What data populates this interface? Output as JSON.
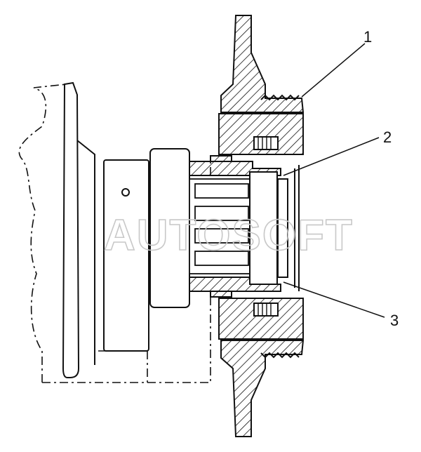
{
  "callouts": [
    {
      "label": "1"
    },
    {
      "label": "2"
    },
    {
      "label": "3"
    }
  ],
  "watermark": "AUTOSOFT",
  "colors": {
    "ink": "#111111",
    "background": "#ffffff",
    "watermark": "#c8c8c8"
  }
}
